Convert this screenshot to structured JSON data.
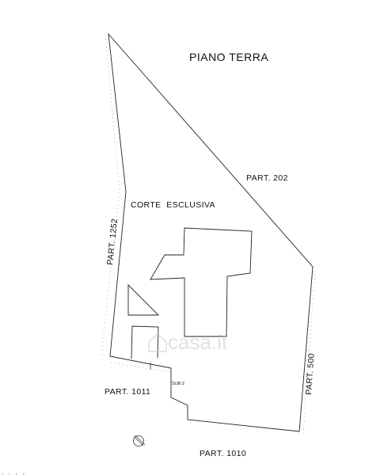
{
  "plan": {
    "title": "PIANO TERRA",
    "courtyard_label": "CORTE  ESCLUSIVA",
    "parcels": {
      "north": "PART. 202",
      "west": "PART. 1252",
      "east": "PART. 500",
      "southwest": "PART. 1011",
      "south": "PART. 1010"
    },
    "sub_label": "SUB 2",
    "watermark": "casa.it"
  },
  "colors": {
    "line": "#222222",
    "background": "#ffffff",
    "watermark": "#c9ccd1"
  },
  "icons": {
    "north_arrow": "north-arrow-icon",
    "watermark_logo": "casa-logo-icon"
  }
}
